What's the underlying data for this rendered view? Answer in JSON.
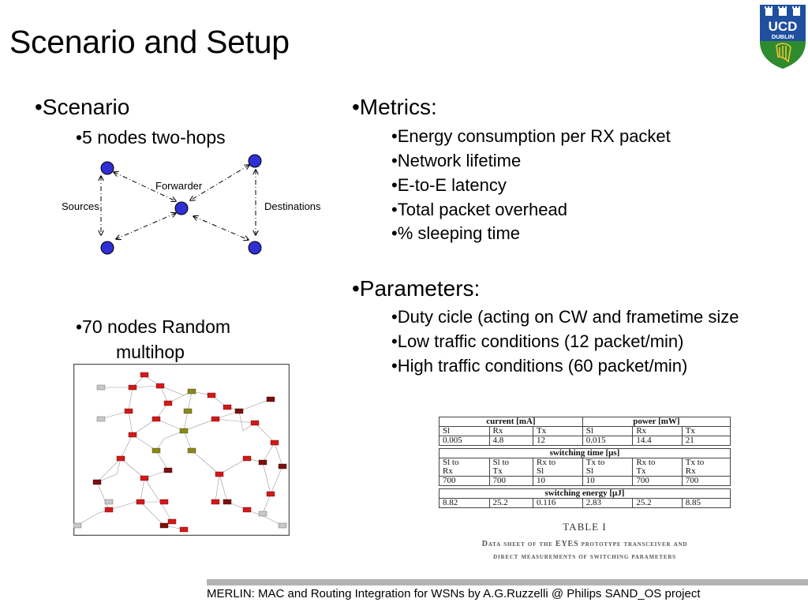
{
  "title": "Scenario and Setup",
  "logo": {
    "top_text": "UCD",
    "bottom_text": "DUBLIN",
    "shield_blue": "#1f4f9e",
    "shield_green": "#2e8b2e",
    "gold": "#f2c230"
  },
  "left": {
    "heading": "•Scenario",
    "item1": "•5 nodes two-hops",
    "diagram": {
      "forwarder": "Forwarder",
      "sources": "Sources",
      "destinations": "Destinations",
      "node_color": "#2f2fd6"
    },
    "item2_line1": "•70 nodes Random",
    "item2_line2": "multihop"
  },
  "metrics": {
    "heading": "•Metrics:",
    "items": [
      "•Energy consumption per RX packet",
      "•Network lifetime",
      "•E-to-E latency",
      "•Total packet overhead",
      "•% sleeping time"
    ]
  },
  "parameters": {
    "heading": "•Parameters:",
    "items": [
      "•Duty cicle (acting on CW and frametime size",
      "•Low traffic conditions (12 packet/min)",
      "•High traffic conditions (60 packet/min)"
    ]
  },
  "table": {
    "sec1": {
      "left_header": "current [mA]",
      "right_header": "power [mW]",
      "cols": [
        "Sl",
        "Rx",
        "Tx",
        "Sl",
        "Rx",
        "Tx"
      ],
      "vals": [
        "0.005",
        "4.8",
        "12",
        "0.015",
        "14.4",
        "21"
      ]
    },
    "sec2": {
      "header": "switching time [μs]",
      "row_top": [
        "Sl to",
        "Sl to",
        "Rx to",
        "Tx to",
        "Rx to",
        "Tx to"
      ],
      "row_bottom": [
        "Rx",
        "Tx",
        "Sl",
        "Sl",
        "Tx",
        "Rx"
      ],
      "vals": [
        "700",
        "700",
        "10",
        "10",
        "700",
        "700"
      ]
    },
    "sec3": {
      "header": "switching energy [μJ]",
      "vals": [
        "8.82",
        "25.2",
        "0.116",
        "2.83",
        "25.2",
        "8.85"
      ]
    },
    "caption": "TABLE I",
    "caption_line1": "Data sheet of the EYES prototype transceiver and",
    "caption_line2": "direct measurements of switching parameters"
  },
  "footer": {
    "prefix": "MERLIN: MAC and Routing Integration for WSNs by ",
    "author": "A.G.Ruzzelli",
    "middle": " @ Philips ",
    "project": "SAND_OS",
    "suffix": " project",
    "bar_color": "#b3b3b3"
  }
}
